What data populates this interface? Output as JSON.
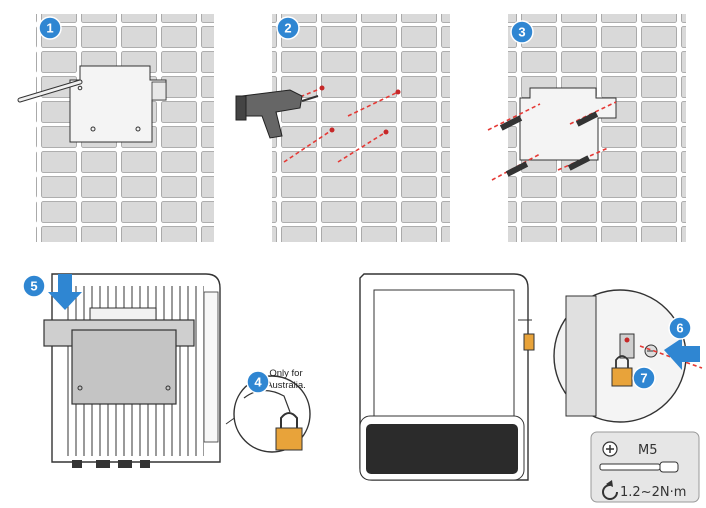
{
  "steps": [
    {
      "number": "1"
    },
    {
      "number": "2"
    },
    {
      "number": "3"
    },
    {
      "number": "4",
      "note": [
        "Only for",
        "Australia."
      ]
    },
    {
      "number": "5"
    },
    {
      "number": "6"
    },
    {
      "number": "7"
    }
  ],
  "spec": {
    "screw": "M5",
    "torque": "1.2~2N·m",
    "screw_icon": "cross-head-screw-icon",
    "tool_icon": "screwdriver-icon",
    "torque_icon": "rotate-arrow-icon"
  },
  "colors": {
    "badge": "#2f86d2",
    "arrow": "#2f86d2",
    "guide_line": "#e53935",
    "wall": "#d8d8d8",
    "lock": "#e8a33a"
  }
}
